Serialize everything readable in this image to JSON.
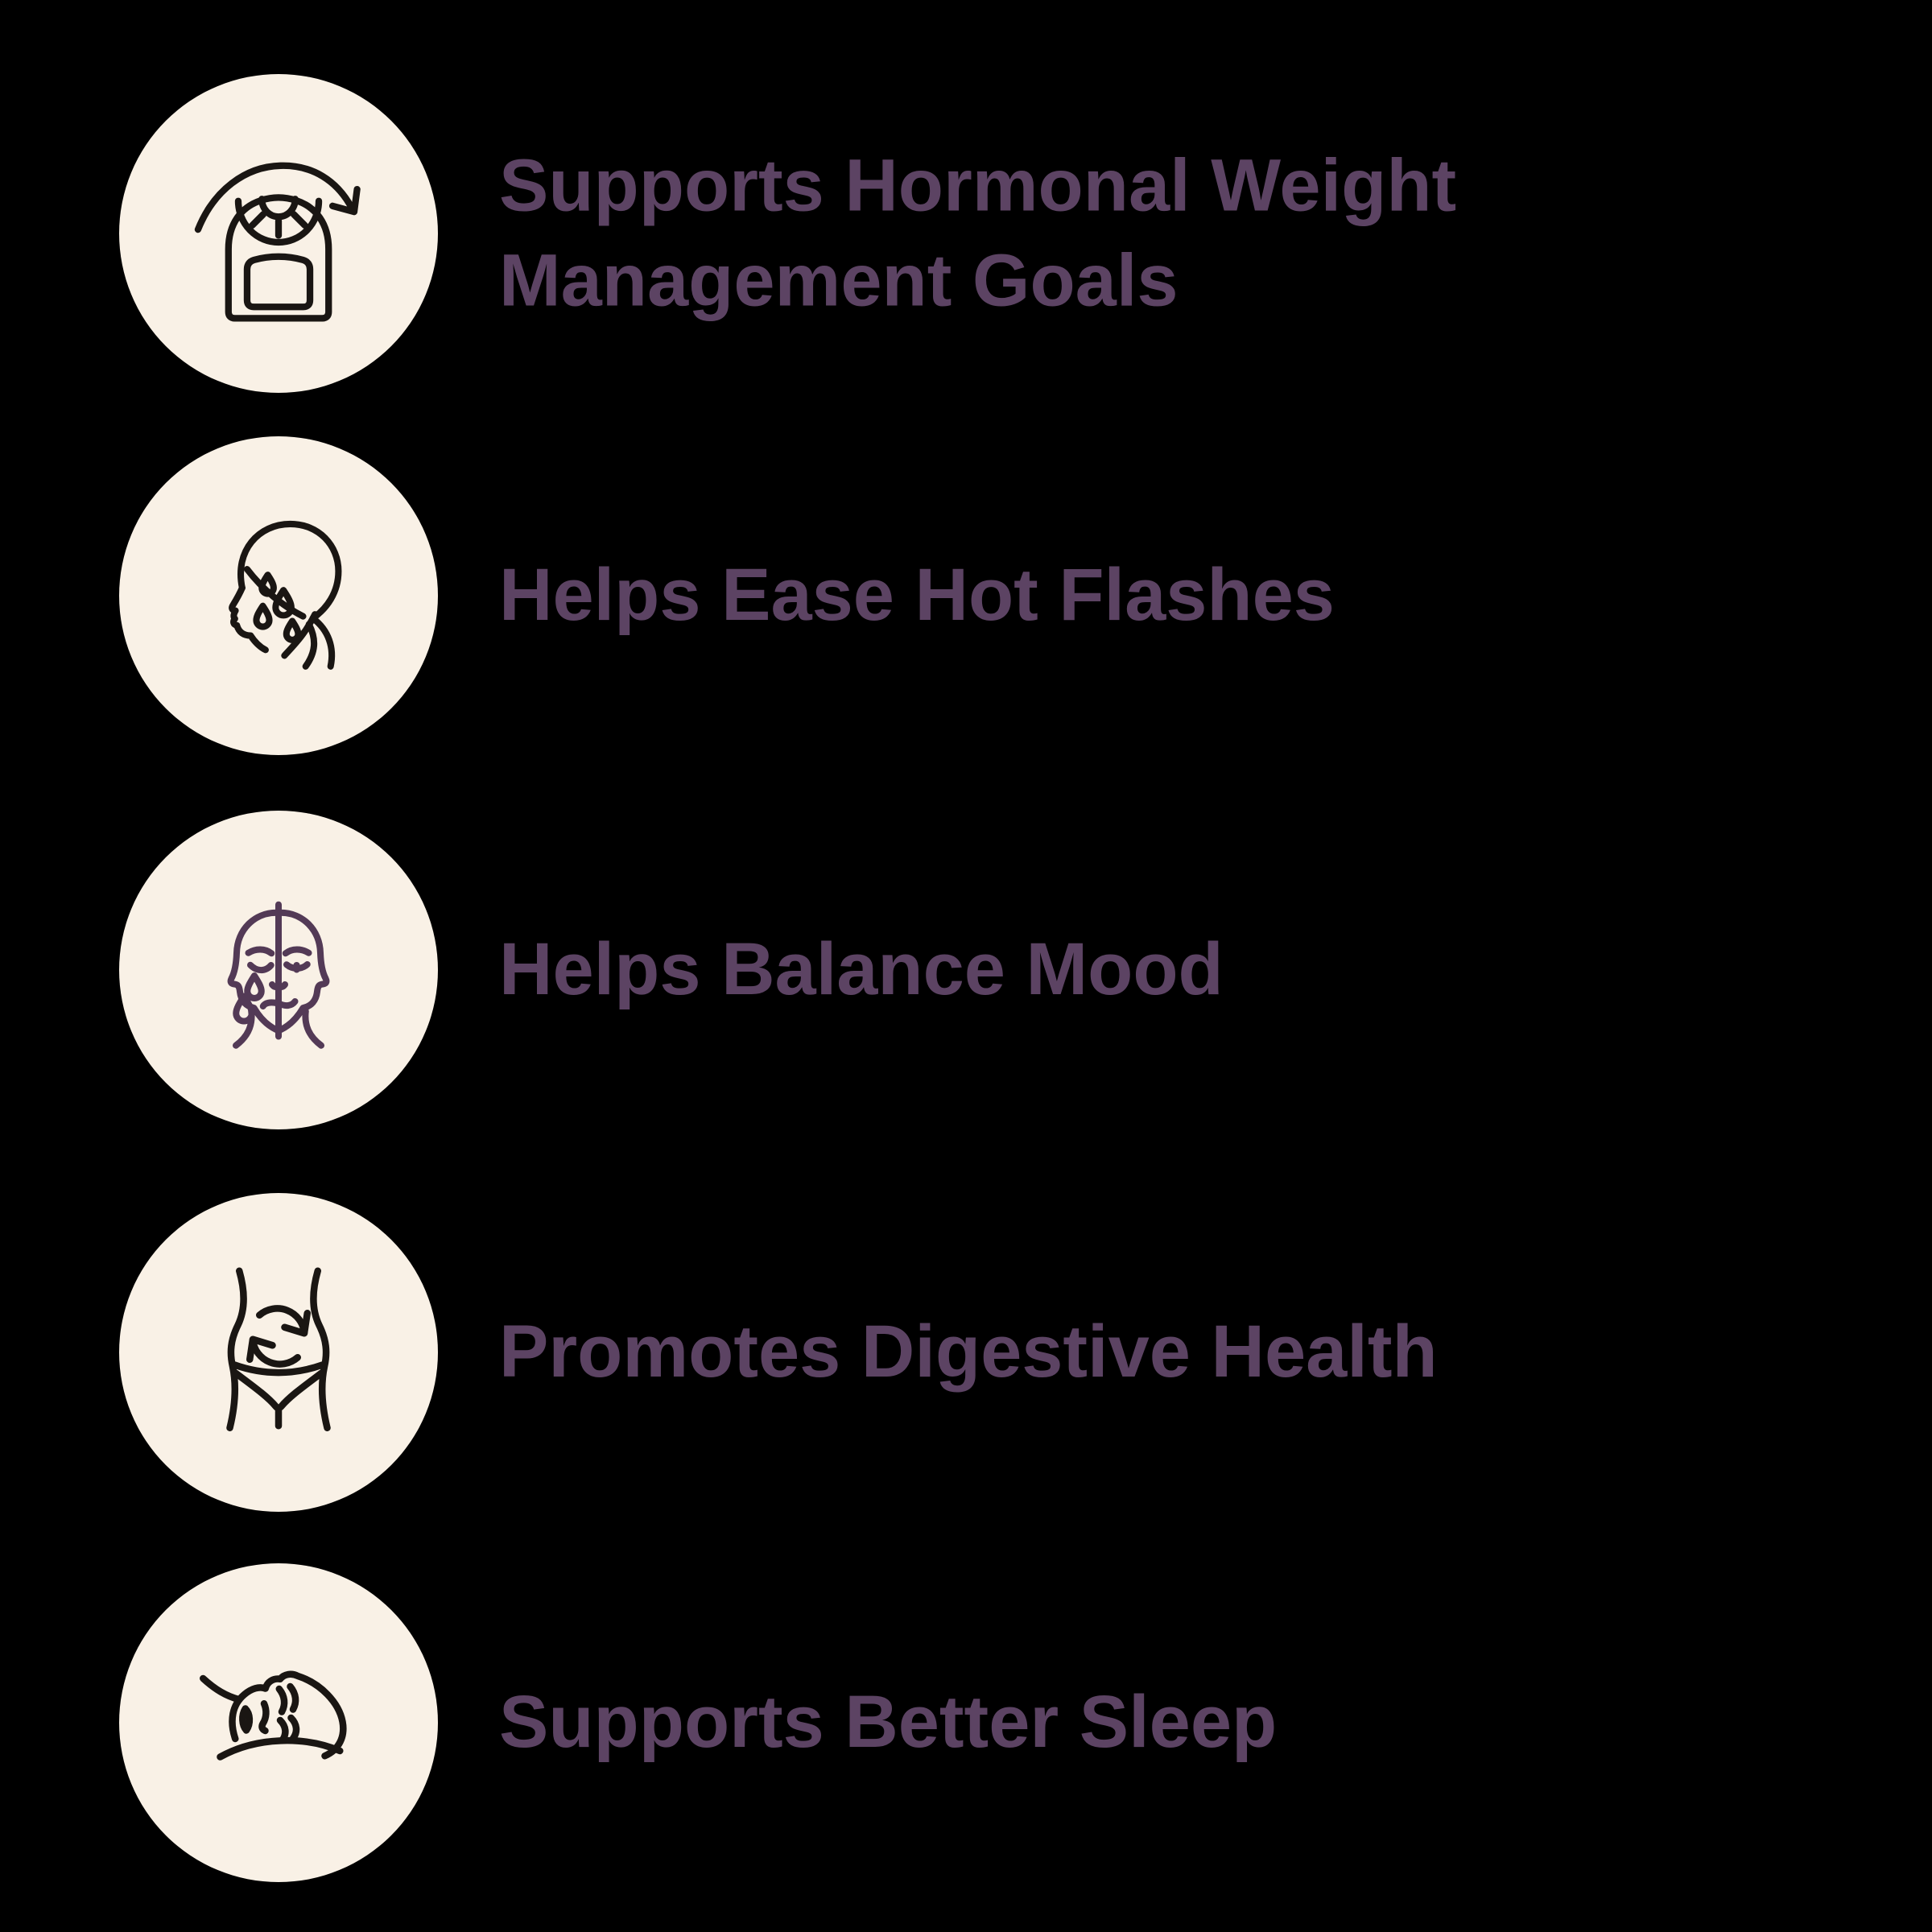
{
  "panel": {
    "type": "product-benefits-list",
    "colors": {
      "page_bg": "#000000",
      "circle_fill": "#f9f1e6",
      "text_color": "#5c4363",
      "icon_dark": "#1a1613",
      "icon_purple": "#533a56"
    },
    "items": [
      {
        "icon": "weight-scale-icon",
        "label": "Supports Hormonal Weight\nManagement Goals"
      },
      {
        "icon": "sweating-face-icon",
        "label": "Helps Ease Hot Flashes"
      },
      {
        "icon": "split-mood-face-icon",
        "label": "Helps Balance Mood"
      },
      {
        "icon": "digestive-waist-icon",
        "label": "Promotes Digestive Health"
      },
      {
        "icon": "sleeping-face-icon",
        "label": "Supports Better Sleep"
      }
    ]
  }
}
